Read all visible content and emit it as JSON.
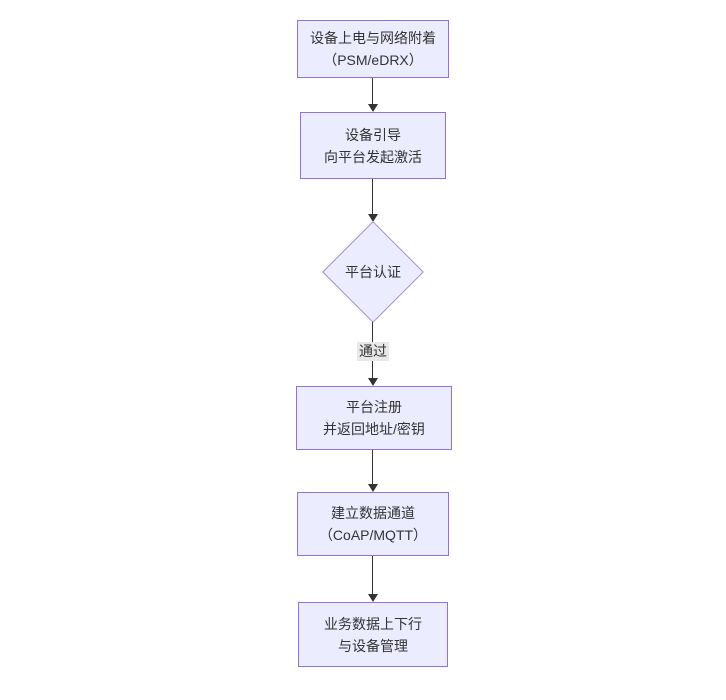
{
  "diagram": {
    "type": "flowchart",
    "direction": "top-down",
    "colors": {
      "background": "#ffffff",
      "node_fill": "#ECECFF",
      "node_border": "#9370DB",
      "edge_color": "#333333",
      "text_color": "#333333",
      "edge_label_bg": "#e8e8e8"
    },
    "nodes": [
      {
        "id": "attach",
        "shape": "rect",
        "lines": [
          "设备上电与网络附着",
          "（PSM/eDRX）"
        ]
      },
      {
        "id": "bootstrap",
        "shape": "rect",
        "lines": [
          "设备引导",
          "向平台发起激活"
        ]
      },
      {
        "id": "auth",
        "shape": "diamond",
        "lines": [
          "平台认证"
        ]
      },
      {
        "id": "register",
        "shape": "rect",
        "lines": [
          "平台注册",
          "并返回地址/密钥"
        ]
      },
      {
        "id": "channel",
        "shape": "rect",
        "lines": [
          "建立数据通道",
          "（CoAP/MQTT）"
        ]
      },
      {
        "id": "business",
        "shape": "rect",
        "lines": [
          "业务数据上下行",
          "与设备管理"
        ]
      }
    ],
    "edges": [
      {
        "from": "attach",
        "to": "bootstrap",
        "label": ""
      },
      {
        "from": "bootstrap",
        "to": "auth",
        "label": ""
      },
      {
        "from": "auth",
        "to": "register",
        "label": "通过"
      },
      {
        "from": "register",
        "to": "channel",
        "label": ""
      },
      {
        "from": "channel",
        "to": "business",
        "label": ""
      }
    ]
  }
}
